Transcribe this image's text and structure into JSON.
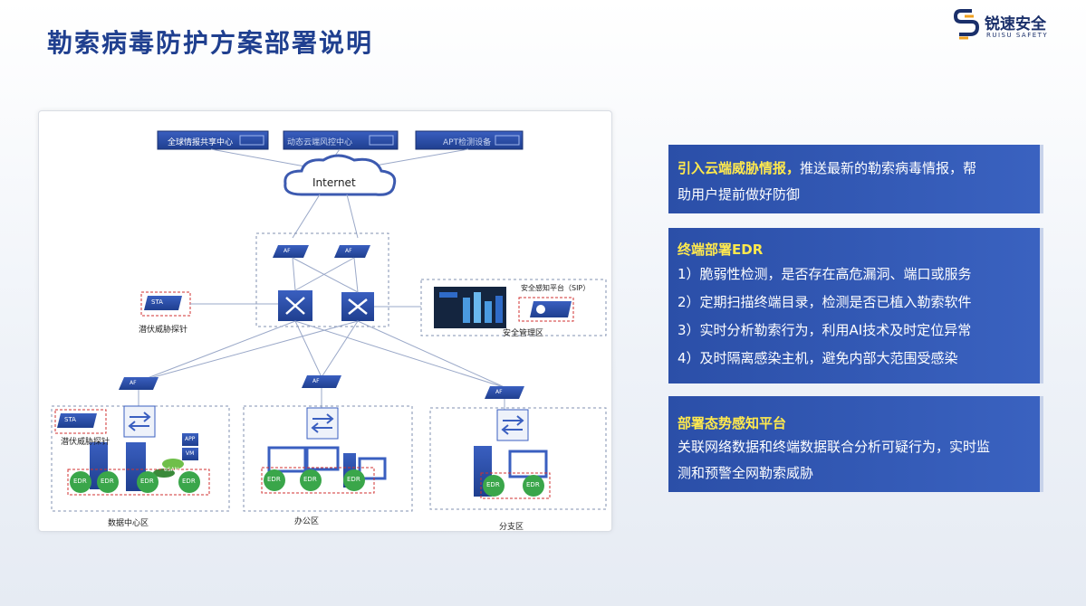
{
  "page_title": "勒索病毒防护方案部署说明",
  "logo": {
    "name": "锐速安全",
    "sub": "RUISU SAFETY"
  },
  "diagram": {
    "top_boxes": [
      "全球情报共享中心",
      "动态云端风控中心",
      "APT检测设备"
    ],
    "internet": "Internet",
    "af_label": "AF",
    "sta_label": "STA",
    "edr_label": "EDR",
    "app_label": "APP",
    "vm_label": "VM",
    "esan_label": "eSAN",
    "sta_left_label": "潜伏威胁探针",
    "sip_label": "安全感知平台（SIP）",
    "sip_zone_label": "安全管理区",
    "dc_sta_label": "潜伏威胁探针",
    "zones": [
      "数据中心区",
      "办公区",
      "分支区"
    ]
  },
  "panels": {
    "p1": {
      "highlight": "引入云端威胁情报，",
      "line1_rest": "推送最新的勒索病毒情报，帮",
      "line2": "助用户提前做好防御"
    },
    "p2": {
      "heading": "终端部署EDR",
      "items": [
        "1）脆弱性检测，是否存在高危漏洞、端口或服务",
        "2）定期扫描终端目录，检测是否已植入勒索软件",
        "3）实时分析勒索行为，利用AI技术及时定位异常",
        "4）及时隔离感染主机，避免内部大范围受感染"
      ]
    },
    "p3": {
      "heading": "部署态势感知平台",
      "line1": "关联网络数据和终端数据联合分析可疑行为，实时监",
      "line2": "测和预警全网勒索威胁"
    }
  }
}
